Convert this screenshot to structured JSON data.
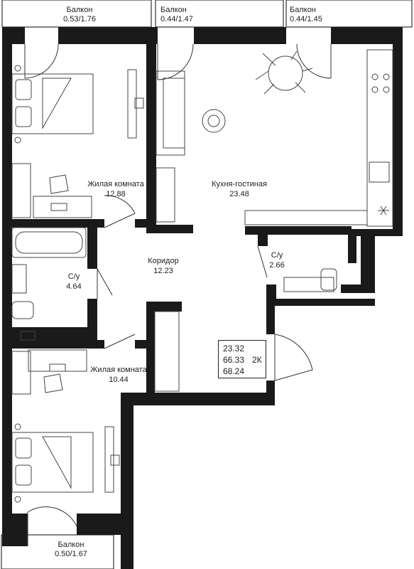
{
  "balconies": [
    {
      "name": "Балкон",
      "area": "0.53/1.76"
    },
    {
      "name": "Балкон",
      "area": "0.44/1.47"
    },
    {
      "name": "Балкон",
      "area": "0.44/1.45"
    },
    {
      "name": "Балкон",
      "area": "0.50/1.67"
    }
  ],
  "rooms": {
    "living1": {
      "name": "Жилая комната",
      "area": "12.88"
    },
    "kitchen": {
      "name": "Кухня-гостиная",
      "area": "23.48"
    },
    "corridor": {
      "name": "Коридор",
      "area": "12.23"
    },
    "bath1": {
      "name": "С/у",
      "area": "4.64"
    },
    "bath2": {
      "name": "С/у",
      "area": "2.66"
    },
    "living2": {
      "name": "Жилая комната",
      "area": "10.44"
    }
  },
  "summary": {
    "living": "23.32",
    "total": "66.33",
    "total_with_balcony": "68.24",
    "type": "2К"
  },
  "colors": {
    "wall": "#1a1a1a",
    "line": "#333333"
  }
}
